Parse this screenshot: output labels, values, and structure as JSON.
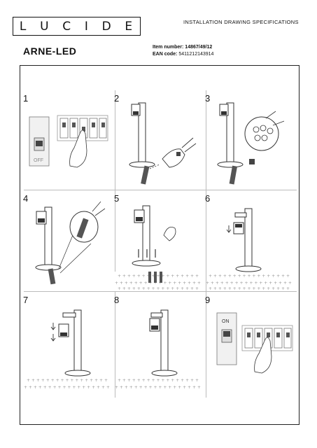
{
  "header": {
    "logo_letters": [
      "L",
      "U",
      "C",
      "I",
      "D",
      "E"
    ],
    "spec_title": "INSTALLATION DRAWING SPECIFICATIONS",
    "product_name": "ARNE-LED",
    "item_label": "Item number:",
    "item_value": "14867/49/12",
    "ean_label": "EAN code:",
    "ean_value": "5411212143914"
  },
  "steps": [
    {
      "number": "1",
      "switch_text": "OFF"
    },
    {
      "number": "2"
    },
    {
      "number": "3"
    },
    {
      "number": "4"
    },
    {
      "number": "5"
    },
    {
      "number": "6"
    },
    {
      "number": "7"
    },
    {
      "number": "8"
    },
    {
      "number": "9",
      "switch_text": "ON"
    }
  ]
}
